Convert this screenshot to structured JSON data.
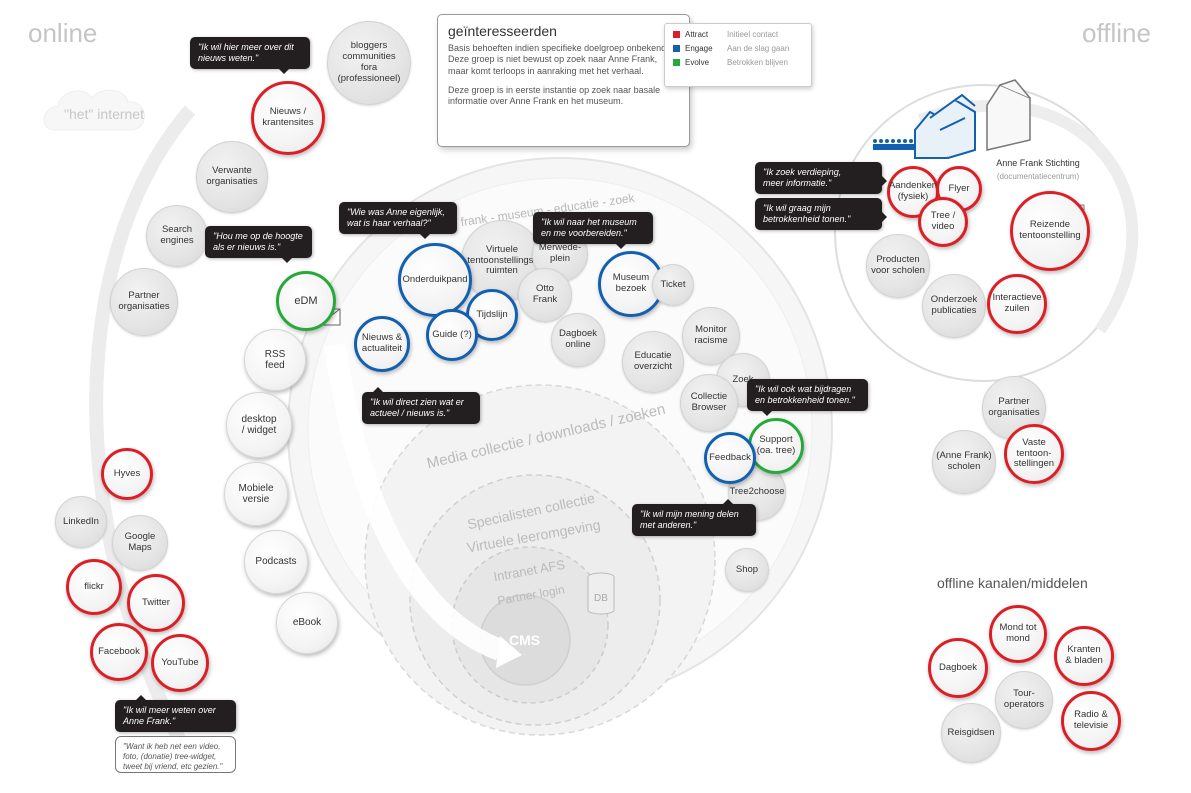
{
  "labels": {
    "online": "online",
    "offline": "offline",
    "internet": "\"het\" internet",
    "offline_channels": "offline kanalen/middelen"
  },
  "info": {
    "title": "geïnteresseerden",
    "p1": "Basis behoeften indien specifieke doelgroep onbekend is. Deze groep is niet bewust op zoek naar Anne Frank, maar komt terloops in aanraking met het verhaal.",
    "p2": "Deze groep is in eerste instantie op zoek naar basale informatie over Anne Frank en het museum."
  },
  "legend": [
    {
      "name": "Attract",
      "desc": "Initieel contact",
      "color": "#dc1f26"
    },
    {
      "name": "Engage",
      "desc": "Aan de slag gaan",
      "color": "#1360b0"
    },
    {
      "name": "Evolve",
      "desc": "Betrokken blijven",
      "color": "#27a83a"
    }
  ],
  "rings": {
    "outer": "anne frank - museum - educatie - zoek",
    "media": "Media collectie / downloads / zoeken",
    "specialisten": "Specialisten collectie",
    "virtuele": "Virtuele leeromgeving",
    "intranet": "Intranet AFS",
    "partner": "Partner login",
    "cms": "CMS",
    "db": "DB"
  },
  "afs": {
    "title": "Anne Frank Stichting",
    "sub": "(documentatiecentrum)"
  },
  "nodes": {
    "bloggers": "bloggers\ncommunities\nfora\n(professioneel)",
    "nieuws_krant": "Nieuws /\nkrantensites",
    "verwante": "Verwante\norganisaties",
    "search": "Search\nengines",
    "partner_org": "Partner\norganisaties",
    "edm": "eDM",
    "rss": "RSS\nfeed",
    "desktop": "desktop\n/ widget",
    "mobiele": "Mobiele\nversie",
    "podcasts": "Podcasts",
    "ebook": "eBook",
    "hyves": "Hyves",
    "linkedin": "LinkedIn",
    "google_maps": "Google\nMaps",
    "flickr": "flickr",
    "twitter": "Twitter",
    "facebook": "Facebook",
    "youtube": "YouTube",
    "onderduikpand": "Onderduikpand",
    "virtuele_tent": "Virtuele\ntentoonstellings-\nruimten",
    "merwede": "Merwede-\nplein",
    "otto": "Otto\nFrank",
    "tijdslijn": "Tijdslijn",
    "guide": "Guide (?)",
    "nieuws_act": "Nieuws &\nactualiteit",
    "dagboek_online": "Dagboek\nonline",
    "museum": "Museum\nbezoek",
    "ticket": "Ticket",
    "monitor": "Monitor\nracisme",
    "educatie": "Educatie\noverzicht",
    "collectie": "Collectie\nBrowser",
    "zoek": "Zoek",
    "support": "Support\n(oa. tree)",
    "feedback": "Feedback",
    "tree2choose": "Tree2choose",
    "shop": "Shop",
    "aandenken": "Aandenken\n(fysiek)",
    "flyer": "Flyer",
    "tree_video": "Tree /\nvideo",
    "producten": "Producten\nvoor scholen",
    "reizende": "Reizende\ntentoonstelling",
    "onderzoek": "Onderzoek\npublicaties",
    "interactieve": "Interactieve\nzuilen",
    "partner_org2": "Partner\norganisaties",
    "vaste": "Vaste\ntentoon-\nstellingen",
    "scholen": "(Anne Frank)\nscholen",
    "mond": "Mond tot\nmond",
    "kranten": "Kranten\n& bladen",
    "dagboek": "Dagboek",
    "tour": "Tour-\noperators",
    "radio": "Radio &\ntelevisie",
    "reisgidsen": "Reisgidsen"
  },
  "bubbles": {
    "b1": "\"Ik wil hier meer over  dit\nnieuws weten.\"",
    "b2": "\"Hou me op de hoogte\nals er nieuws is.\"",
    "b3": "\"Wie was Anne eigenlijk,\nwat is haar verhaal?\"",
    "b4": "\"Ik wil naar het museum\nen me voorbereiden.\"",
    "b5": "\"Ik wil direct zien wat er\nactueel / nieuws is.\"",
    "b6": "\"Ik wil ook wat bijdragen\nen betrokkenheid tonen.\"",
    "b7": "\"Ik wil mijn mening delen\nmet anderen.\"",
    "b8": "\"Ik zoek verdieping,\nmeer informatie.\"",
    "b9": "\"Ik wil graag mijn\nbetrokkenheid tonen.\"",
    "b10": "\"Ik wil meer weten over\nAnne Frank.\""
  },
  "note": "\"Want ik heb net een video,\nfoto, (donatie) tree-widget,\ntweet bij vriend, etc gezien.\""
}
